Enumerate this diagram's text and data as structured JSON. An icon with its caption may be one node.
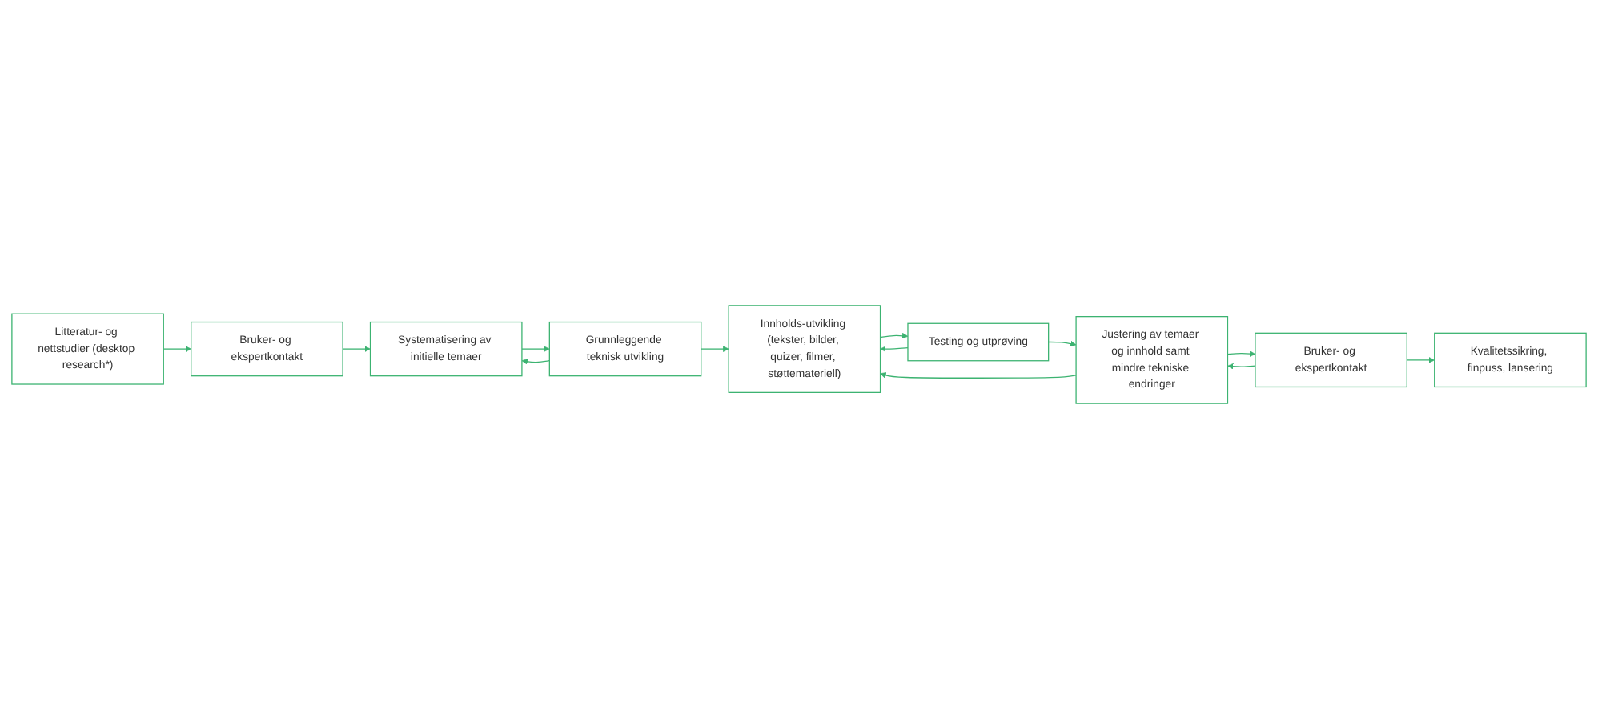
{
  "diagram": {
    "nodes": [
      {
        "text": [
          "Litteratur- og nettstudier (desktop research*)"
        ]
      },
      {
        "text": [
          "Bruker- og ekspertkontakt"
        ]
      },
      {
        "text": [
          "Systematisering av initielle temaer"
        ]
      },
      {
        "text": [
          "Grunnleggende teknisk utvikling"
        ]
      },
      {
        "text": [
          "Innholds-utvikling (tekster, bilder, quizer, filmer, støttemateriell)"
        ]
      },
      {
        "text": [
          "Testing og utprøving"
        ]
      },
      {
        "text": [
          "Justering av temaer og innhold samt mindre tekniske endringer"
        ]
      },
      {
        "text": [
          "Bruker- og ekspertkontakt"
        ]
      },
      {
        "text": [
          "Kvalitetssikring, finpuss, lansering"
        ]
      }
    ],
    "edges": [
      {
        "from": 0,
        "to": 1,
        "arrow": "to"
      },
      {
        "from": 1,
        "to": 2,
        "arrow": "to"
      },
      {
        "from": 2,
        "to": 3,
        "arrow": "to"
      },
      {
        "from": 3,
        "to": 2,
        "arrow": "to"
      },
      {
        "from": 3,
        "to": 4,
        "arrow": "to"
      },
      {
        "from": 4,
        "to": 5,
        "arrow": "to"
      },
      {
        "from": 5,
        "to": 6,
        "arrow": "to"
      },
      {
        "from": 6,
        "to": 7,
        "arrow": "to"
      },
      {
        "from": 7,
        "to": 6,
        "arrow": "to"
      },
      {
        "from": 7,
        "to": 8,
        "arrow": "to"
      },
      {
        "from": 5,
        "to": 4,
        "arrow": "to"
      },
      {
        "from": 6,
        "to": 4,
        "arrow": "to"
      }
    ]
  }
}
